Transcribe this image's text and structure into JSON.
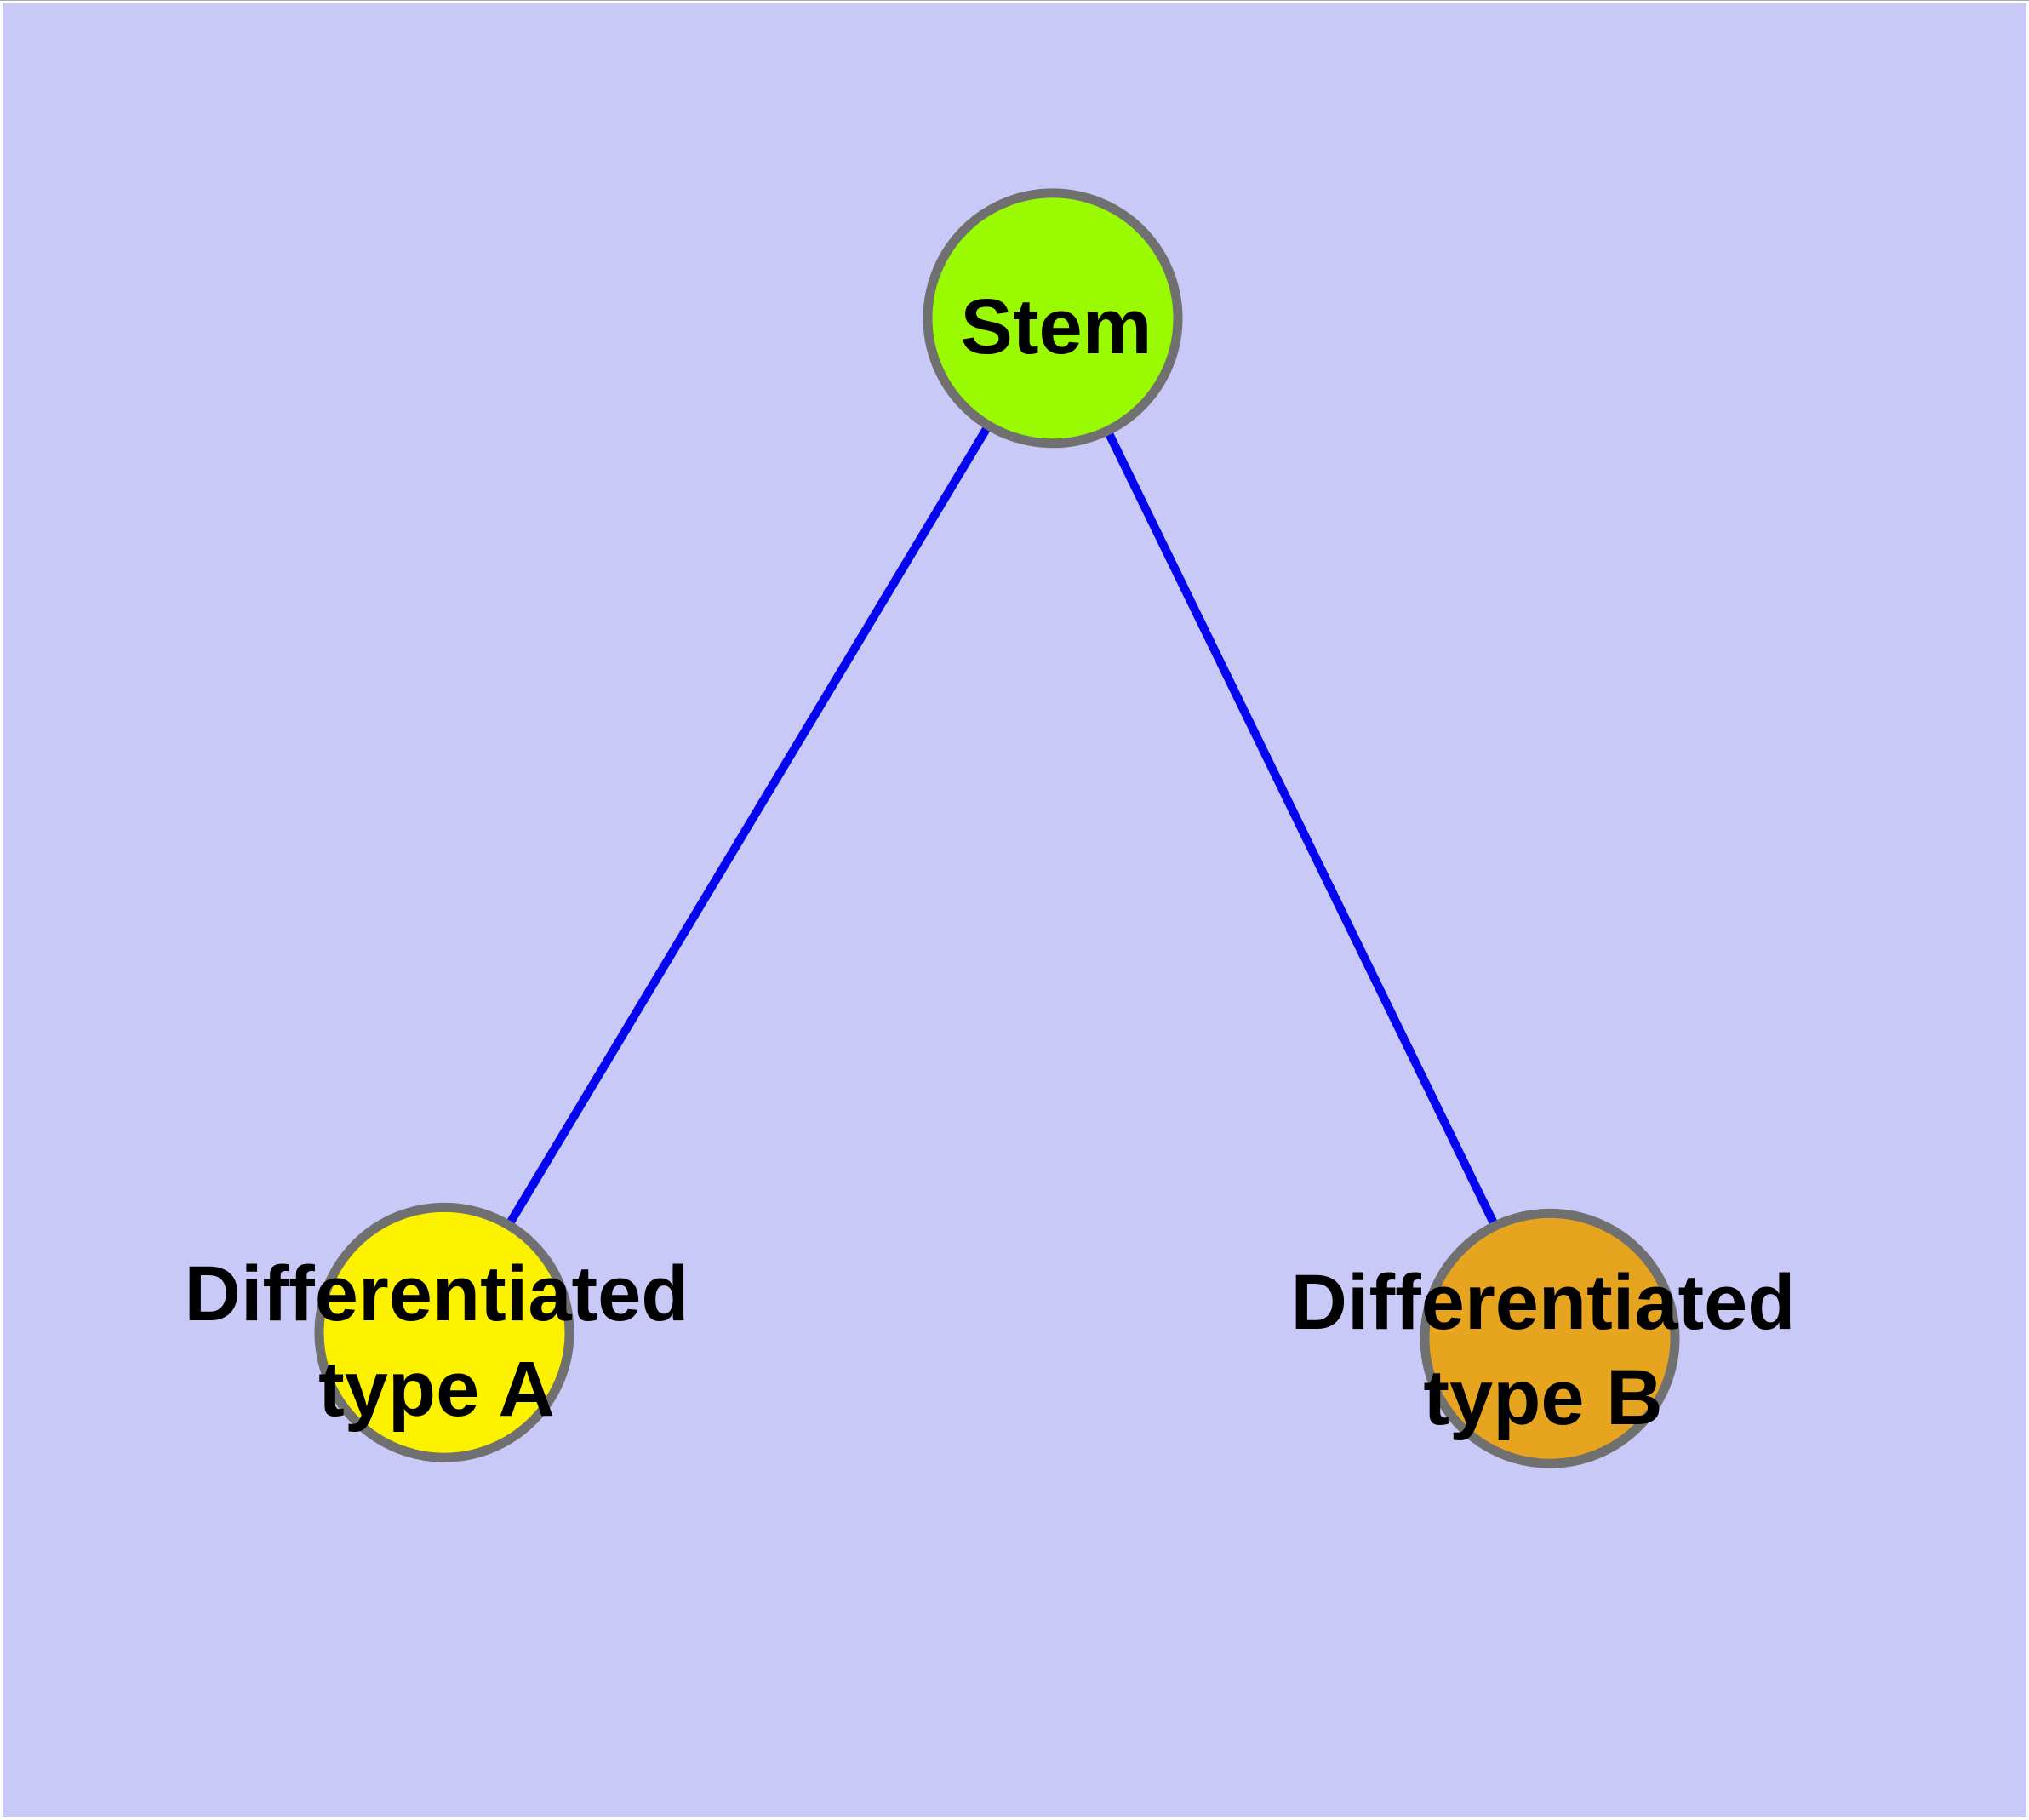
{
  "diagram": {
    "type": "node-link-graph",
    "background_color": "#c9c9f8",
    "edge_color": "#0505f0",
    "node_border_color": "#707070",
    "label_color": "#000000",
    "nodes": [
      {
        "id": "stem",
        "lines": [
          "Stem"
        ],
        "label": "Stem",
        "fill": "#9afa02",
        "shape": "circle"
      },
      {
        "id": "differentiated-type-a",
        "lines": [
          "Differentiated",
          "type A"
        ],
        "label": "Differentiated type A",
        "fill": "#fcf200",
        "shape": "circle"
      },
      {
        "id": "differentiated-type-b",
        "lines": [
          "Differentiated",
          "type B"
        ],
        "label": "Differentiated type B",
        "fill": "#e6a41f",
        "shape": "circle"
      }
    ],
    "edges": [
      {
        "from": "stem",
        "to": "differentiated-type-a"
      },
      {
        "from": "stem",
        "to": "differentiated-type-b"
      }
    ]
  }
}
